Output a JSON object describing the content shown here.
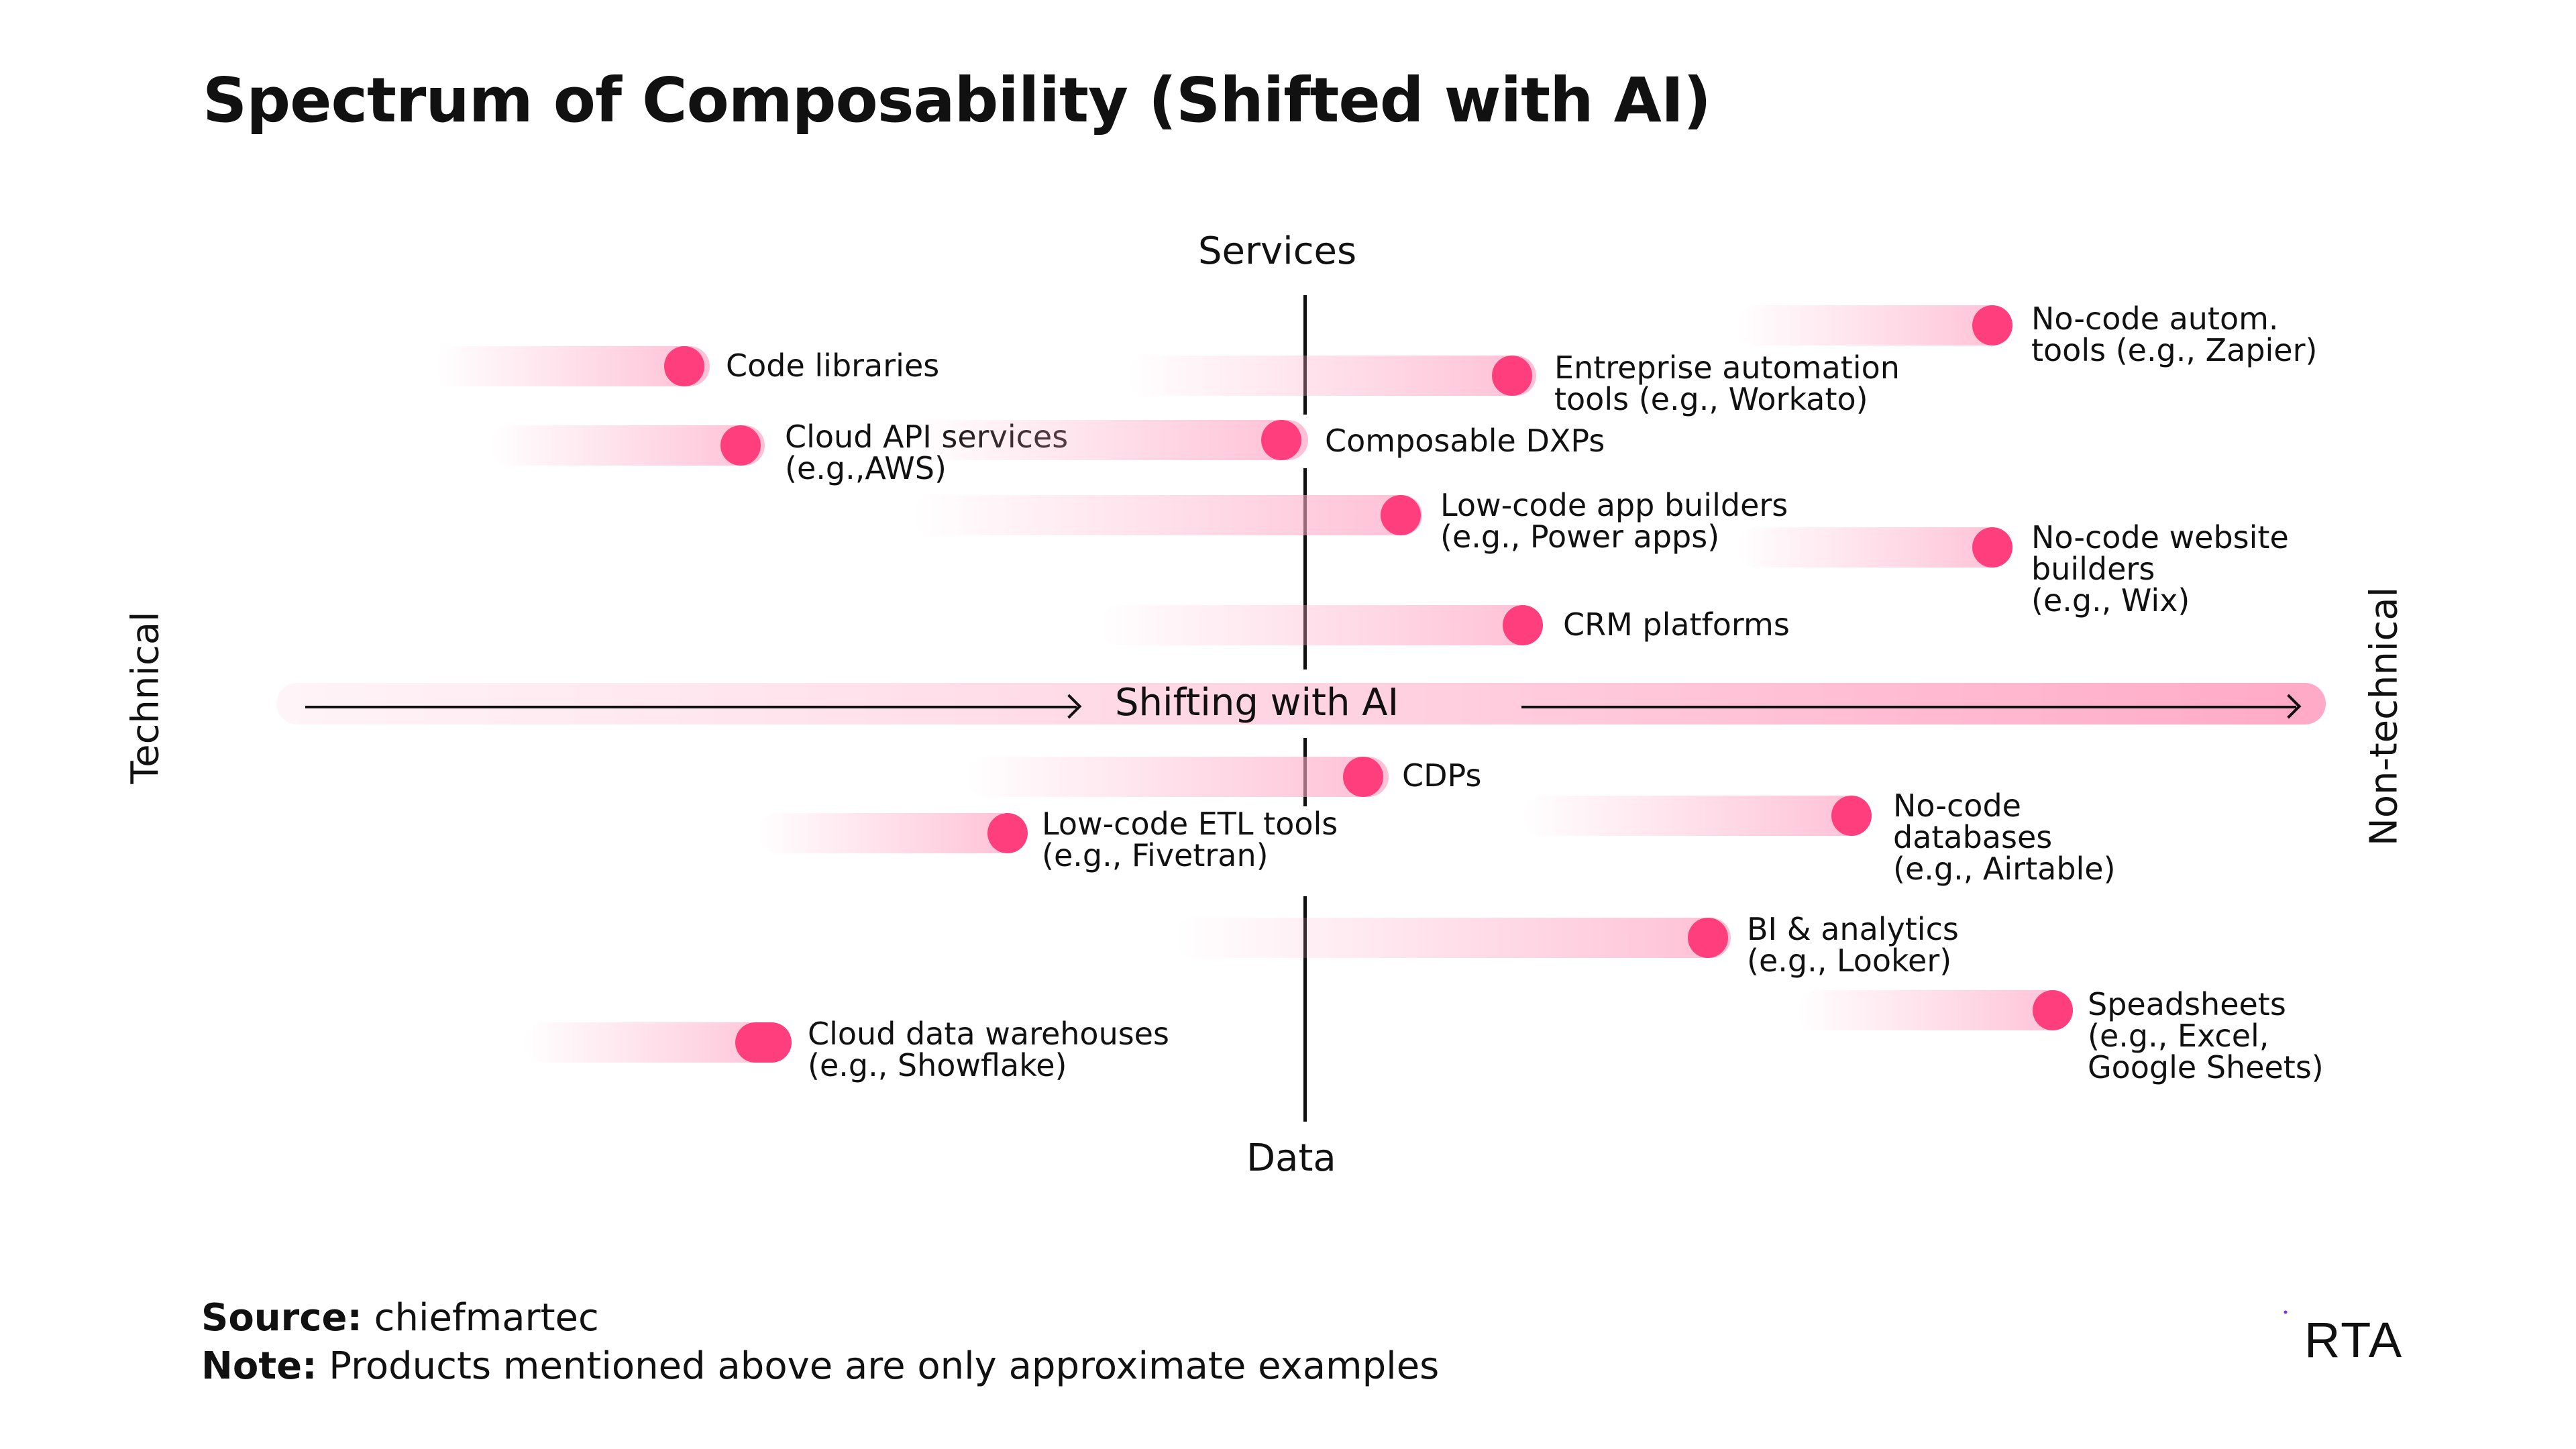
{
  "title": "Spectrum of Composability (Shifted with AI)",
  "axes": {
    "top": "Services",
    "bottom": "Data",
    "left": "Technical",
    "right": "Non-technical",
    "center": "Shifting with AI"
  },
  "items": [
    {
      "id": "code-libraries",
      "label": "Code libraries"
    },
    {
      "id": "enterprise-automation",
      "label": "Entreprise automation\ntools (e.g., Workato)"
    },
    {
      "id": "no-code-autom",
      "label": "No-code autom.\ntools (e.g., Zapier)"
    },
    {
      "id": "cloud-api",
      "label": "Cloud API services\n(e.g.,AWS)"
    },
    {
      "id": "composable-dxps",
      "label": "Composable DXPs"
    },
    {
      "id": "low-code-app",
      "label": "Low-code app builders\n(e.g., Power apps)"
    },
    {
      "id": "no-code-website",
      "label": "No-code website\nbuilders\n(e.g., Wix)"
    },
    {
      "id": "crm",
      "label": "CRM platforms"
    },
    {
      "id": "cdps",
      "label": "CDPs"
    },
    {
      "id": "low-code-etl",
      "label": "Low-code ETL tools\n(e.g., Fivetran)"
    },
    {
      "id": "no-code-db",
      "label": "No-code\ndatabases\n(e.g., Airtable)"
    },
    {
      "id": "bi-analytics",
      "label": "BI & analytics\n(e.g., Looker)"
    },
    {
      "id": "spreadsheets",
      "label": "Speadsheets\n(e.g., Excel,\nGoogle Sheets)"
    },
    {
      "id": "cloud-dw",
      "label": "Cloud data warehouses\n(e.g., Showflake)"
    }
  ],
  "footer": {
    "source_label": "Source:",
    "source_value": "chiefmartec",
    "note_label": "Note:",
    "note_value": "Products mentioned above are only approximate examples"
  },
  "logo": {
    "text": "RTA"
  },
  "colors": {
    "accent": "#ff3f7d",
    "trail": "#ffb0c8",
    "logo_gradient": [
      "#ff2e8a",
      "#7b2cff"
    ]
  }
}
